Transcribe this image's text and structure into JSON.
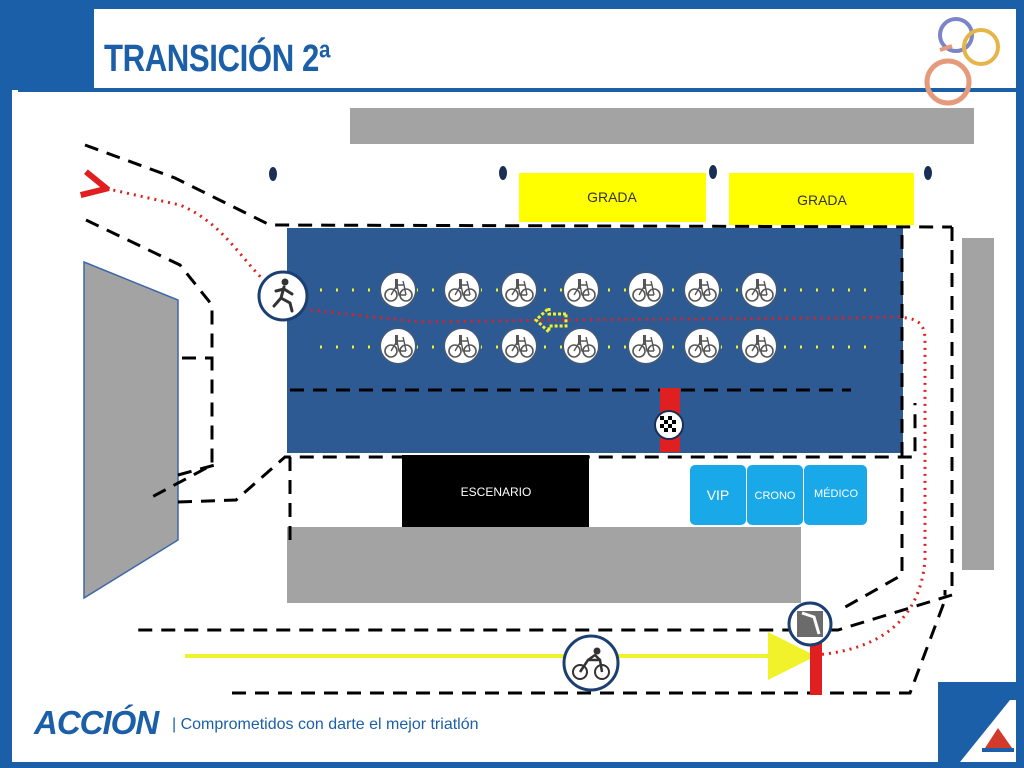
{
  "header": {
    "title": "TRANSICIÓN 2ª"
  },
  "map": {
    "stands": [
      "GRADA",
      "GRADA"
    ],
    "stage_label": "ESCENARIO",
    "services": [
      "VIP",
      "CRONO",
      "MÉDICO"
    ]
  },
  "footer": {
    "brand": "ACCIÓN",
    "slogan": "| Comprometidos con darte el mejor triatlón"
  },
  "colors": {
    "brand_blue": "#1b5fa8",
    "transition_area": "#2e5a94",
    "stand_yellow": "#ffff00",
    "service_blue": "#1aa9e8",
    "route_red": "#e02020",
    "bike_route_yellow": "#f2f22a",
    "structure_gray": "#a3a3a3"
  },
  "icons": [
    "runner-icon",
    "bicycle-icon",
    "finish-flag-icon",
    "dismount-icon",
    "cyclist-icon",
    "olympic-rings-logo"
  ]
}
